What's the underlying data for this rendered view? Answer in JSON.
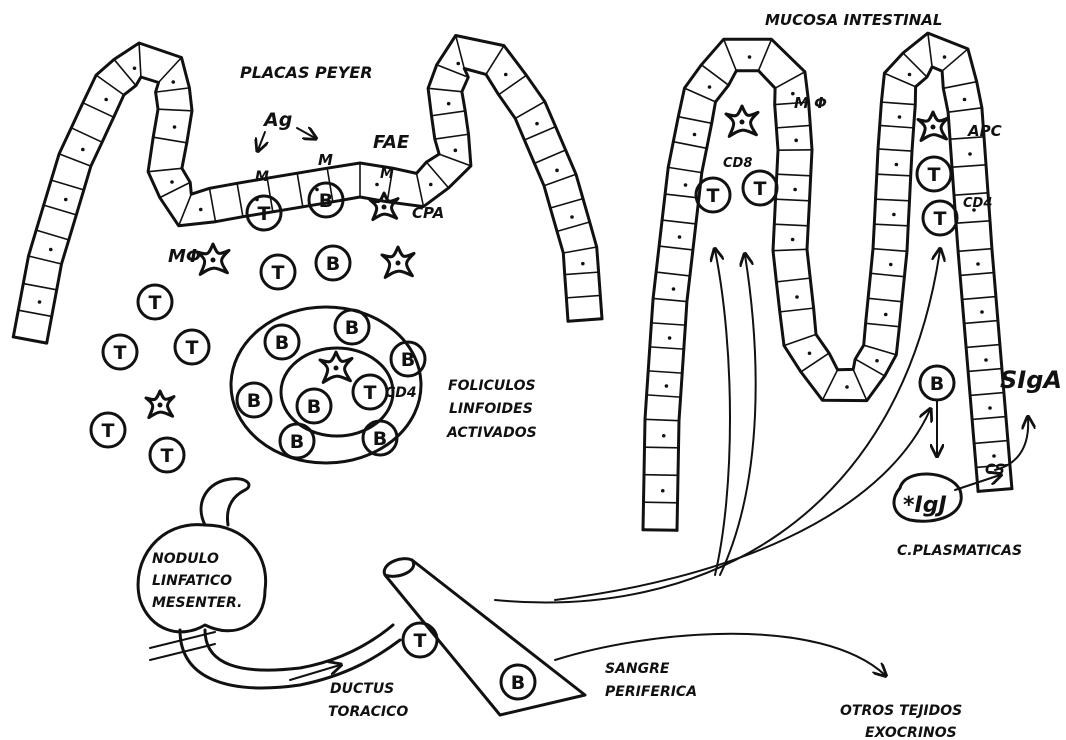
{
  "labels": {
    "peyer_title": "PLACAS PEYER",
    "mucosa_title": "MUCOSA INTESTINAL",
    "ag": "Ag",
    "fae": "FAE",
    "m": "M",
    "cpa": "CPA",
    "macrophage_left": "MΦ",
    "macrophage_right": "M Φ",
    "apc": "APC",
    "cd8": "CD8",
    "cd4_villus": "CD4",
    "cd4_follicle": "CD4",
    "follicle_line1": "FOLICULOS",
    "follicle_line2": "LINFOIDES",
    "follicle_line3": "ACTIVADOS",
    "node_line1": "NODULO",
    "node_line2": "LINFATICO",
    "node_line3": "MESENTER.",
    "duct_line1": "DUCTUS",
    "duct_line2": "TORACICO",
    "blood_line1": "SANGRE",
    "blood_line2": "PERIFERICA",
    "other_line1": "OTROS TEJIDOS",
    "other_line2": "EXOCRINOS",
    "sigA": "SIgA",
    "igj": "*IgJ",
    "sc": "CS",
    "plasma": "C.PLASMATICAS"
  },
  "cells": {
    "t": "T",
    "b": "B"
  },
  "colors": {
    "ink": "#111111",
    "background": "#ffffff"
  }
}
